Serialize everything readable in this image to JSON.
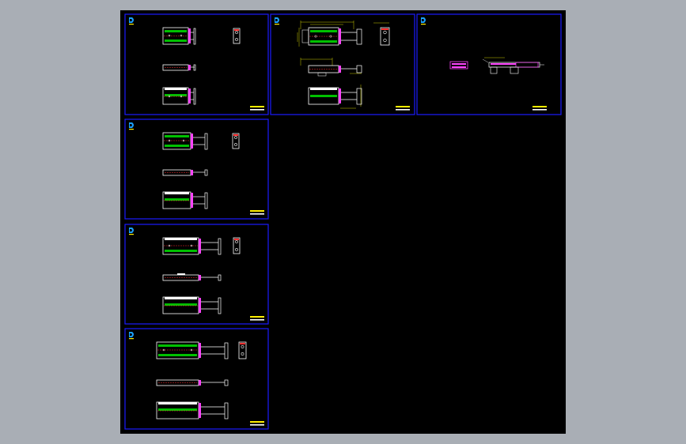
{
  "canvas": {
    "background": "#000000",
    "frame_color": "#1a1aff",
    "outline_color": "#ffffff",
    "slot_color": "#00e000",
    "rod_color": "#ff44ff",
    "dim_color": "#ffff00",
    "hole_color": "#ff3030"
  },
  "sheets": [
    {
      "id": "sheet-1",
      "logo": "logo-icon",
      "layout": "short-stroke"
    },
    {
      "id": "sheet-2",
      "logo": "logo-icon",
      "layout": "dimensioned"
    },
    {
      "id": "sheet-3",
      "logo": "logo-icon",
      "layout": "assembly"
    },
    {
      "id": "sheet-4",
      "logo": "logo-icon",
      "layout": "medium-stroke"
    },
    {
      "id": "sheet-5",
      "logo": "logo-icon",
      "layout": "long-stroke"
    },
    {
      "id": "sheet-6",
      "logo": "logo-icon",
      "layout": "extra-long-stroke"
    }
  ]
}
